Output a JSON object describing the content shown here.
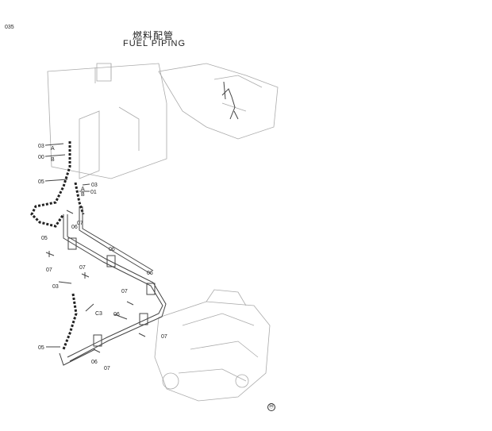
{
  "page_number": "035",
  "title_jp": "燃料配管",
  "title_en": "FUEL  PIPING",
  "revision_mark": "Ⓜ",
  "callouts": {
    "c03a": "03",
    "cA1": "A",
    "c00": "00",
    "cB1": "B",
    "c05a": "05",
    "c03b": "03",
    "cA2": "A",
    "cB2": "B",
    "c01": "01",
    "c07a": "07",
    "c05b": "05",
    "c06a": "06",
    "c06b": "06",
    "c07b": "07",
    "c07c": "07",
    "c06c": "06",
    "c03c": "03",
    "c07d": "07",
    "cC3": "C3",
    "c06d": "06",
    "c07e": "07",
    "c05c": "05",
    "c06e": "06",
    "c07f": "07"
  }
}
